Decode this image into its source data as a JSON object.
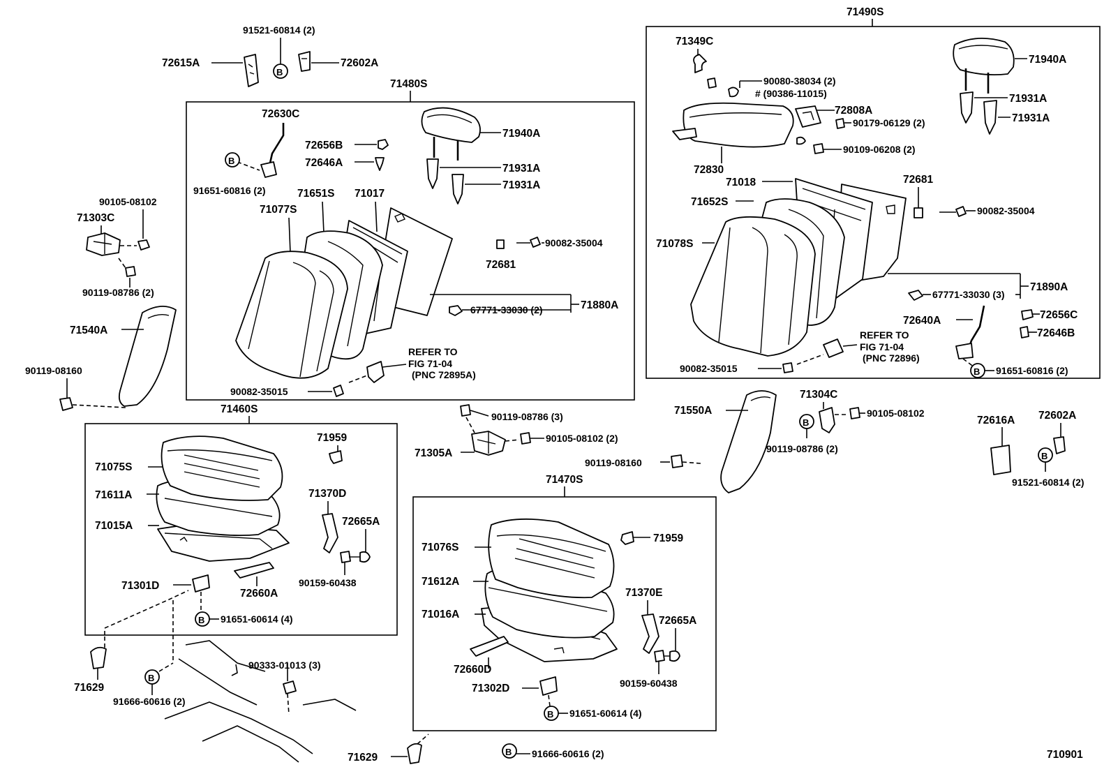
{
  "diagram_id": "710901",
  "boxes": {
    "front_seatback": "71480S",
    "rear_seatback": "71490S",
    "front_cushion": "71460S",
    "rear_cushion": "71470S"
  },
  "bolt_symbol": "B",
  "parts": {
    "p72615A": "72615A",
    "p91521_60814_left": "91521-60814 (2)",
    "p72602A_left": "72602A",
    "p72630C": "72630C",
    "p91651_60816_front": "91651-60816 (2)",
    "p72656B_front": "72656B",
    "p72646A": "72646A",
    "p71940A_front": "71940A",
    "p71931A_front_1": "71931A",
    "p71931A_front_2": "71931A",
    "p71077S": "71077S",
    "p71651S": "71651S",
    "p71017": "71017",
    "p72681_front": "72681",
    "p90082_35004_front": "90082-35004",
    "p67771_33030_front": "67771-33030 (2)",
    "p71880A": "71880A",
    "p90082_35015_front": "90082-35015",
    "p90105_08102_left": "90105-08102",
    "p71303C": "71303C",
    "p90119_08786_left": "90119-08786 (2)",
    "p71540A": "71540A",
    "p90119_08160_left": "90119-08160",
    "p71349C": "71349C",
    "p90080_38034": "90080-38034 (2)",
    "p90386_11015": "# (90386-11015)",
    "p72808A": "72808A",
    "p90179_06129": "90179-06129 (2)",
    "p90109_06208": "90109-06208 (2)",
    "p72830": "72830",
    "p71018": "71018",
    "p71652S": "71652S",
    "p71078S": "71078S",
    "p72681_rear": "72681",
    "p90082_35004_rear": "90082-35004",
    "p71940A_rear": "71940A",
    "p71931A_rear_1": "71931A",
    "p71931A_rear_2": "71931A",
    "p71890A": "71890A",
    "p67771_33030_rear": "67771-33030 (3)",
    "p72640A": "72640A",
    "p72656C": "72656C",
    "p72646B": "72646B",
    "p90082_35015_rear": "90082-35015",
    "p91651_60816_rear": "91651-60816 (2)",
    "p71959_front": "71959",
    "p71075S": "71075S",
    "p71611A": "71611A",
    "p71015A": "71015A",
    "p71370D": "71370D",
    "p72665A_front": "72665A",
    "p90159_60438_front": "90159-60438",
    "p72660A": "72660A",
    "p71301D": "71301D",
    "p91651_60614_front": "91651-60614 (4)",
    "p71629_left": "71629",
    "p91666_60616_left": "91666-60616 (2)",
    "p90333_01013": "90333-01013 (3)",
    "p90119_08786_mid": "90119-08786 (3)",
    "p90105_08102_mid": "90105-08102 (2)",
    "p71305A": "71305A",
    "p71550A": "71550A",
    "p90119_08160_mid": "90119-08160",
    "p71304C": "71304C",
    "p90105_08102_right": "90105-08102",
    "p90119_08786_right": "90119-08786 (2)",
    "p72616A": "72616A",
    "p72602A_right": "72602A",
    "p91521_60814_right": "91521-60814 (2)",
    "p71076S": "71076S",
    "p71612A": "71612A",
    "p71016A": "71016A",
    "p71959_rear": "71959",
    "p71370E": "71370E",
    "p72665A_rear": "72665A",
    "p90159_60438_rear": "90159-60438",
    "p72660D": "72660D",
    "p71302D": "71302D",
    "p91651_60614_rear": "91651-60614 (4)",
    "p71629_bottom": "71629",
    "p91666_60616_bottom": "91666-60616 (2)"
  },
  "refer_front": {
    "line1": "REFER TO",
    "line2": "FIG 71-04",
    "line3": "(PNC 72895A)"
  },
  "refer_rear": {
    "line1": "REFER TO",
    "line2": "FIG 71-04",
    "line3": "(PNC 72896)"
  }
}
